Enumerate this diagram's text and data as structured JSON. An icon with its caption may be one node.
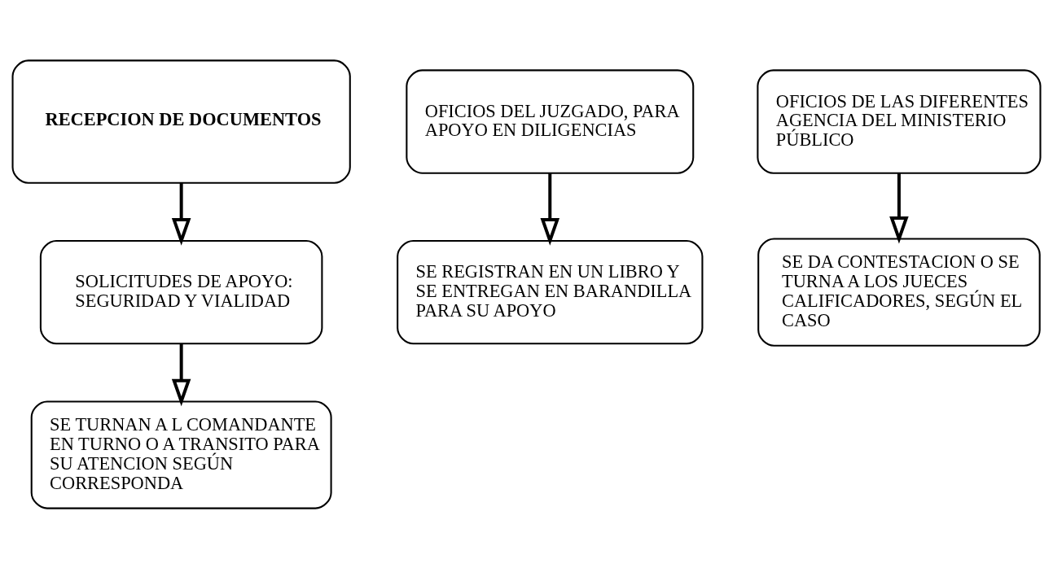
{
  "diagram": {
    "nodes": [
      {
        "text": [
          "RECEPCION DE DOCUMENTOS"
        ]
      },
      {
        "text": [
          "OFICIOS DEL JUZGADO, PARA APOYO EN DILIGENCIAS"
        ]
      },
      {
        "text": [
          "SOLICITUDES DE APOYO: SEGURIDAD Y VIALIDAD"
        ]
      },
      {
        "text": [
          "OFICIOS DE LAS DIFERENTES AGENCIA DEL MINISTERIO PÚBLICO"
        ]
      },
      {
        "text": [
          "SE REGISTRAN EN UN LIBRO Y SE ENTREGAN EN BARANDILLA PARA SU APOYO"
        ]
      },
      {
        "text": [
          "SE TURNAN A L COMANDANTE EN TURNO O A TRANSITO PARA SU ATENCION SEGÚN CORRESPONDA"
        ]
      },
      {
        "text": [
          "SE DA CONTESTACION O SE TURNA A LOS JUECES CALIFICADORES, SEGÚN EL CASO"
        ]
      }
    ],
    "edges": [
      {
        "from": 0,
        "to": 2,
        "arrow": "to"
      },
      {
        "from": 1,
        "to": 4,
        "arrow": "to"
      },
      {
        "from": 2,
        "to": 5,
        "arrow": "to"
      },
      {
        "from": 3,
        "to": 6,
        "arrow": "to"
      }
    ]
  }
}
